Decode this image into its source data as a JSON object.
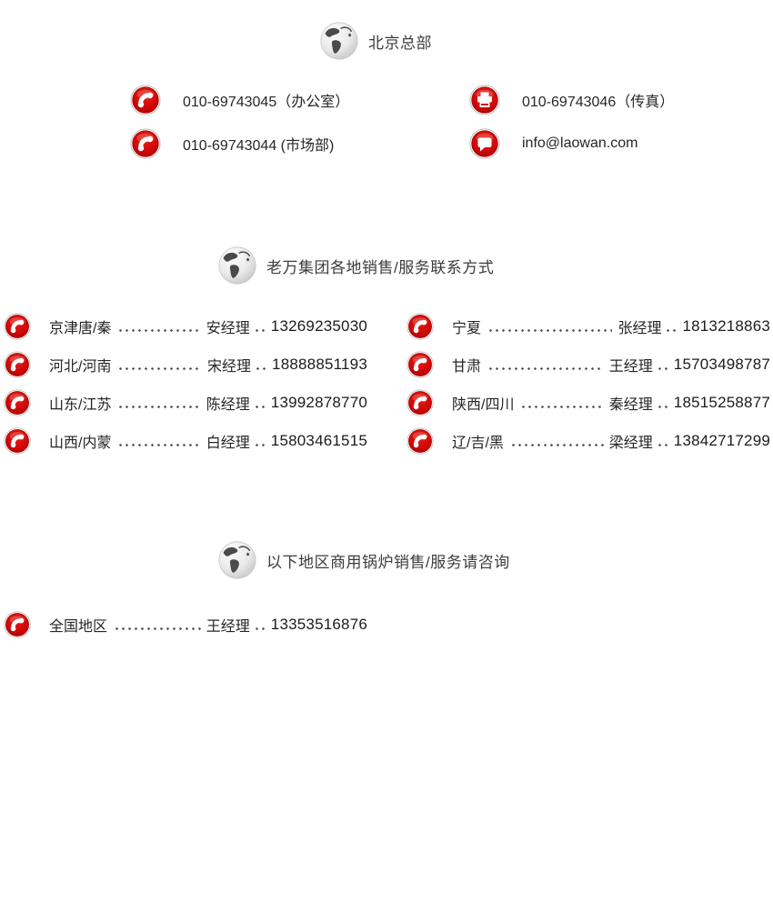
{
  "colors": {
    "accent_red": "#cc0606",
    "icon_ring": "#bfbfbf",
    "text": "#2d2d2d",
    "globe_gray": "#4a4a4a"
  },
  "hq": {
    "title": "北京总部",
    "title_icon": "globe-icon",
    "contacts": [
      {
        "icon": "phone-icon",
        "text": "010-69743045（办公室）"
      },
      {
        "icon": "phone-icon",
        "text": "010-69743044 (市场部)"
      },
      {
        "icon": "fax-icon",
        "text": "010-69743046（传真）"
      },
      {
        "icon": "message-icon",
        "text": "info@laowan.com"
      }
    ]
  },
  "regional": {
    "title": "老万集团各地销售/服务联系方式",
    "title_icon": "globe-icon",
    "contacts": [
      {
        "icon": "phone-icon",
        "region": "京津唐/秦",
        "manager": "安经理",
        "phone": "13269235030"
      },
      {
        "icon": "phone-icon",
        "region": "河北/河南",
        "manager": "宋经理",
        "phone": "18888851193"
      },
      {
        "icon": "phone-icon",
        "region": "山东/江苏",
        "manager": "陈经理",
        "phone": "13992878770"
      },
      {
        "icon": "phone-icon",
        "region": "山西/内蒙",
        "manager": "白经理",
        "phone": "15803461515"
      },
      {
        "icon": "phone-icon",
        "region": "宁夏",
        "manager": "张经理",
        "phone": "1813218863"
      },
      {
        "icon": "phone-icon",
        "region": "甘肃",
        "manager": "王经理",
        "phone": "15703498787"
      },
      {
        "icon": "phone-icon",
        "region": "陕西/四川",
        "manager": "秦经理",
        "phone": "18515258877"
      },
      {
        "icon": "phone-icon",
        "region": "辽/吉/黑",
        "manager": "梁经理",
        "phone": "13842717299"
      }
    ]
  },
  "commercial": {
    "title": "以下地区商用锅炉销售/服务请咨询",
    "title_icon": "globe-icon",
    "contacts": [
      {
        "icon": "phone-icon",
        "region": "全国地区",
        "manager": "王经理",
        "phone": "13353516876"
      }
    ]
  }
}
